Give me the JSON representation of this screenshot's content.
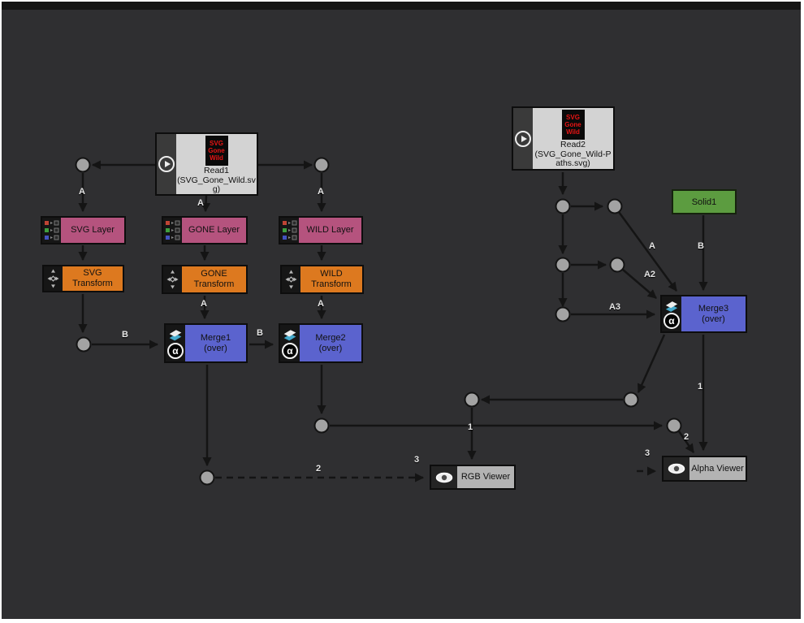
{
  "app": {
    "kind": "node-graph compositor"
  },
  "colors": {
    "canvas": "#2f2f31",
    "frame": "#ffffff",
    "topbar": "#151515",
    "layer_node": "#b5537e",
    "transform_node": "#dd791f",
    "merge_node": "#5b63ce",
    "solid_node": "#5c9c40",
    "read_node": "#d3d3d3",
    "viewer_node": "#b3b3b3",
    "edge": "#141414",
    "dot": "#a3a3a3",
    "thumb_text": "#e81414"
  },
  "nodes": {
    "read1": {
      "label": "Read1",
      "file": "(SVG_Gone_Wild.svg)",
      "thumb": [
        "SVG",
        "Gone",
        "Wild"
      ]
    },
    "read2": {
      "label": "Read2",
      "file": "(SVG_Gone_Wild-Paths.svg)",
      "thumb": [
        "SVG",
        "Gone",
        "Wild"
      ]
    },
    "svg_layer": {
      "label": "SVG Layer"
    },
    "gone_layer": {
      "label": "GONE Layer"
    },
    "wild_layer": {
      "label": "WILD Layer"
    },
    "svg_transform": {
      "label": "SVG Transform"
    },
    "gone_transform": {
      "label": "GONE Transform"
    },
    "wild_transform": {
      "label": "WILD Transform"
    },
    "merge1": {
      "label": "Merge1",
      "op": "(over)"
    },
    "merge2": {
      "label": "Merge2",
      "op": "(over)"
    },
    "merge3": {
      "label": "Merge3",
      "op": "(over)"
    },
    "solid1": {
      "label": "Solid1"
    },
    "rgb_viewer": {
      "label": "RGB Viewer"
    },
    "alpha_viewer": {
      "label": "Alpha Viewer"
    }
  },
  "icons": {
    "alpha_glyph": "α"
  },
  "edge_labels": {
    "a_read1_svg": "A",
    "a_read1_gone": "A",
    "a_read1_wild": "A",
    "b_svgtransform_merge1": "B",
    "a_gonetransform_merge1": "A",
    "a_wildtransform_merge2": "A",
    "b_merge1_merge2": "B",
    "a_read2_merge3": "A",
    "a2_read2_merge3": "A2",
    "a3_read2_merge3": "A3",
    "b_solid1_merge3": "B",
    "n1_rgb": "1",
    "n2_rgb": "2",
    "n3_rgb": "3",
    "n1_alpha": "1",
    "n2_alpha": "2",
    "n3_alpha": "3"
  }
}
